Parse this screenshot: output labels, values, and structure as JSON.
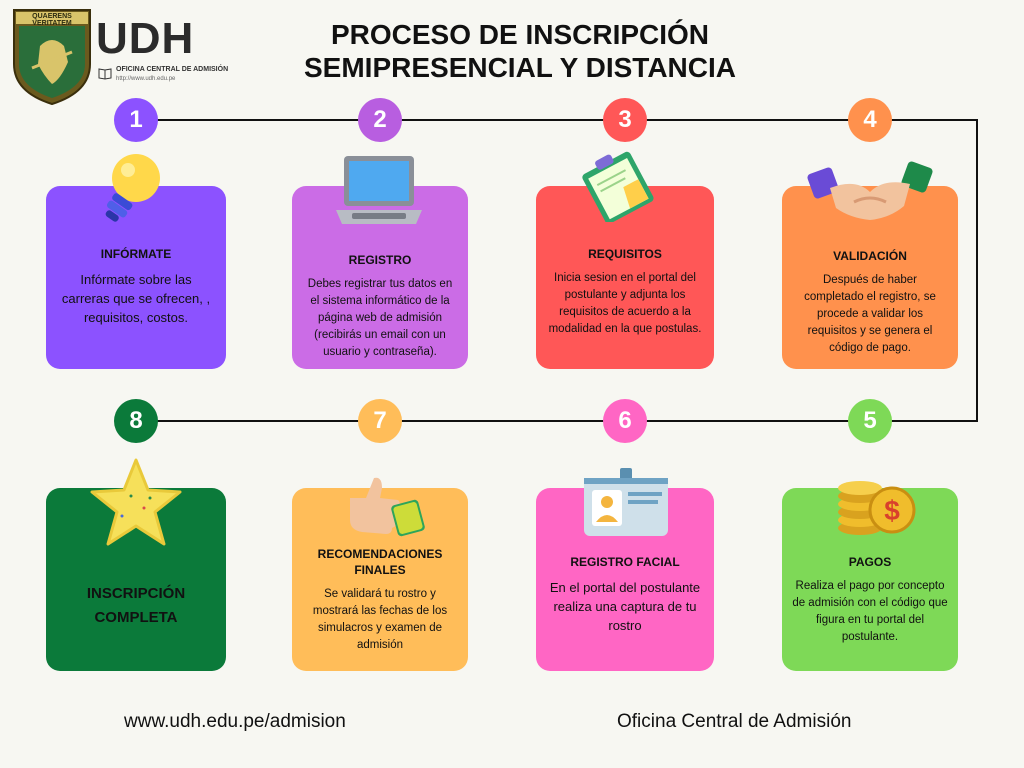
{
  "header": {
    "crest_text": "QUAERENS VERITATEM",
    "logo_letters": "UDH",
    "logo_subtitle": "OFICINA CENTRAL DE ADMISIÓN",
    "logo_url": "http://www.udh.edu.pe",
    "title_line1": "PROCESO DE INSCRIPCIÓN",
    "title_line2": "SEMIPRESENCIAL Y DISTANCIA"
  },
  "steps": [
    {
      "number": "1",
      "title": "INFÓRMATE",
      "description": "Infórmate sobre las carreras que se ofrecen, , requisitos, costos.",
      "color": "#8c52ff",
      "num_color": "#8c52ff",
      "icon": "lightbulb-icon"
    },
    {
      "number": "2",
      "title": "REGISTRO",
      "description": "Debes registrar tus datos en el sistema informático de la página web de admisión (recibirás un email con un usuario y contraseña).",
      "color": "#cb6ce6",
      "num_color": "#b85ee0",
      "icon": "laptop-icon"
    },
    {
      "number": "3",
      "title": "REQUISITOS",
      "description": "Inicia sesion en el portal del postulante y adjunta los requisitos de acuerdo a la modalidad en la que postulas.",
      "color": "#ff5757",
      "num_color": "#ff5757",
      "icon": "clipboard-icon"
    },
    {
      "number": "4",
      "title": "VALIDACIÓN",
      "description": "Después de haber completado el registro, se procede a validar los requisitos y se genera el código de pago.",
      "color": "#ff914d",
      "num_color": "#ff914d",
      "icon": "handshake-icon"
    },
    {
      "number": "5",
      "title": "PAGOS",
      "description": "Realiza el pago por concepto de admisión con el código que figura en tu portal del postulante.",
      "color": "#7ed957",
      "num_color": "#7ed957",
      "icon": "coins-icon"
    },
    {
      "number": "6",
      "title": "REGISTRO FACIAL",
      "description": "En el portal del postulante realiza una captura de tu rostro",
      "color": "#ff66c4",
      "num_color": "#ff66c4",
      "icon": "id-card-icon"
    },
    {
      "number": "7",
      "title": "RECOMENDACIONES FINALES",
      "description": "Se validará tu rostro y mostrará las fechas de los simulacros y examen de admisión",
      "color": "#ffbd59",
      "num_color": "#ffbd59",
      "icon": "thumbs-up-icon"
    },
    {
      "number": "8",
      "title": "INSCRIPCIÓN COMPLETA",
      "description": "",
      "color": "#0b7a3a",
      "num_color": "#0b7a3a",
      "icon": "star-icon"
    }
  ],
  "footer": {
    "website": "www.udh.edu.pe/admision",
    "office": "Oficina Central de Admisión"
  }
}
